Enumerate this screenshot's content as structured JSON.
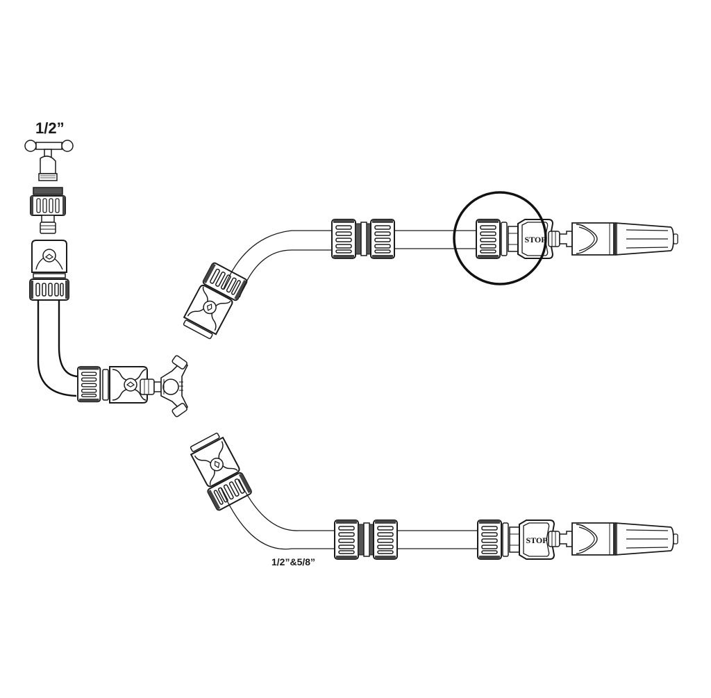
{
  "diagram": {
    "title": "Garden hose Y-splitter connector system",
    "labels": {
      "tap_size": "1/2”",
      "hose_size": "1/2”&5/8”",
      "stop_upper": "STOP",
      "stop_lower": "STOP"
    },
    "components": [
      {
        "id": "tap",
        "name": "Faucet / tap with T-handle"
      },
      {
        "id": "tap-adapter",
        "name": "Threaded tap adapter with male quick-connect"
      },
      {
        "id": "feed-quick-connector",
        "name": "Quick connector on feed hose"
      },
      {
        "id": "feed-hose",
        "name": "Feed hose (dark, bent)"
      },
      {
        "id": "feed-end-connector",
        "name": "Quick connector at Y-splitter inlet"
      },
      {
        "id": "y-splitter",
        "name": "3-way Y splitter"
      },
      {
        "id": "upper-branch-connector",
        "name": "Quick connector on upper branch"
      },
      {
        "id": "upper-hose",
        "name": "Upper branch hose"
      },
      {
        "id": "upper-repair-coupling",
        "name": "Hose repair coupling (upper)"
      },
      {
        "id": "upper-stop-connector",
        "name": "Water-stop quick connector (upper, circled)"
      },
      {
        "id": "upper-spray-nozzle",
        "name": "Adjustable spray nozzle (upper)"
      },
      {
        "id": "lower-branch-connector",
        "name": "Quick connector on lower branch"
      },
      {
        "id": "lower-hose",
        "name": "Lower branch hose"
      },
      {
        "id": "lower-repair-coupling",
        "name": "Hose repair coupling (lower)"
      },
      {
        "id": "lower-stop-connector",
        "name": "Water-stop quick connector (lower)"
      },
      {
        "id": "lower-spray-nozzle",
        "name": "Adjustable spray nozzle (lower)"
      }
    ],
    "highlight": {
      "shape": "circle",
      "target": "upper-stop-connector"
    },
    "colors": {
      "line": "#1a1a1a",
      "fill": "#ffffff",
      "shade": "#d8d8d8",
      "dark_hose": "#111111"
    }
  }
}
